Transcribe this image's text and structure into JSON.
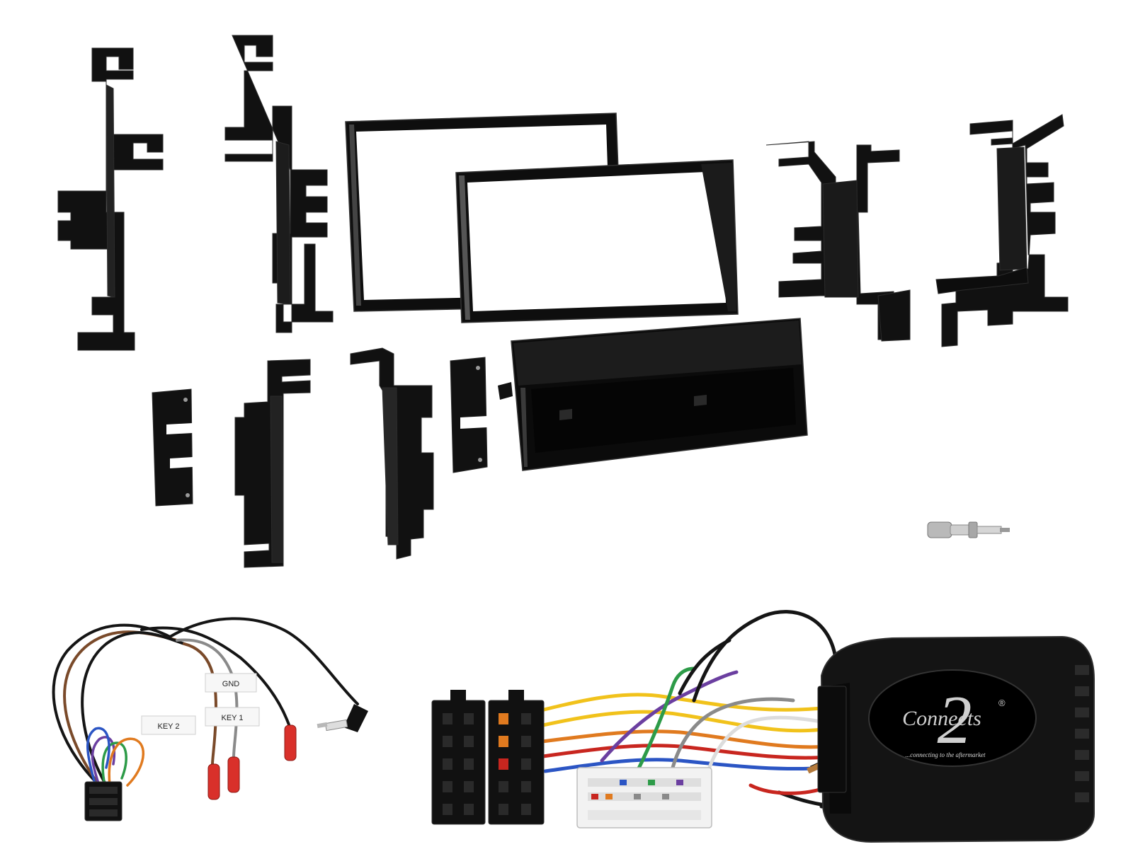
{
  "labels": {
    "gnd": "GND",
    "key2": "KEY 2",
    "key1": "KEY 1"
  },
  "brand": {
    "name": "Connects",
    "mark": "2",
    "registered": "®",
    "tagline": "...connecting to the aftermarket"
  },
  "colors": {
    "plastic": "#111111",
    "plastic_edge": "#2c2c2c",
    "connector_white": "#f2f2f2",
    "tag_white": "#f7f7f7",
    "red_terminal": "#d9302a",
    "wire_yellow": "#f1c21b",
    "wire_orange": "#e07a1f",
    "wire_red": "#c8261f",
    "wire_blue": "#2b55c4",
    "wire_green": "#2d9b48",
    "wire_purple": "#6b3fa0",
    "wire_grey": "#8a8a8a",
    "wire_brown": "#7a4a2a",
    "wire_white": "#dcdcdc",
    "wire_black": "#151515"
  }
}
